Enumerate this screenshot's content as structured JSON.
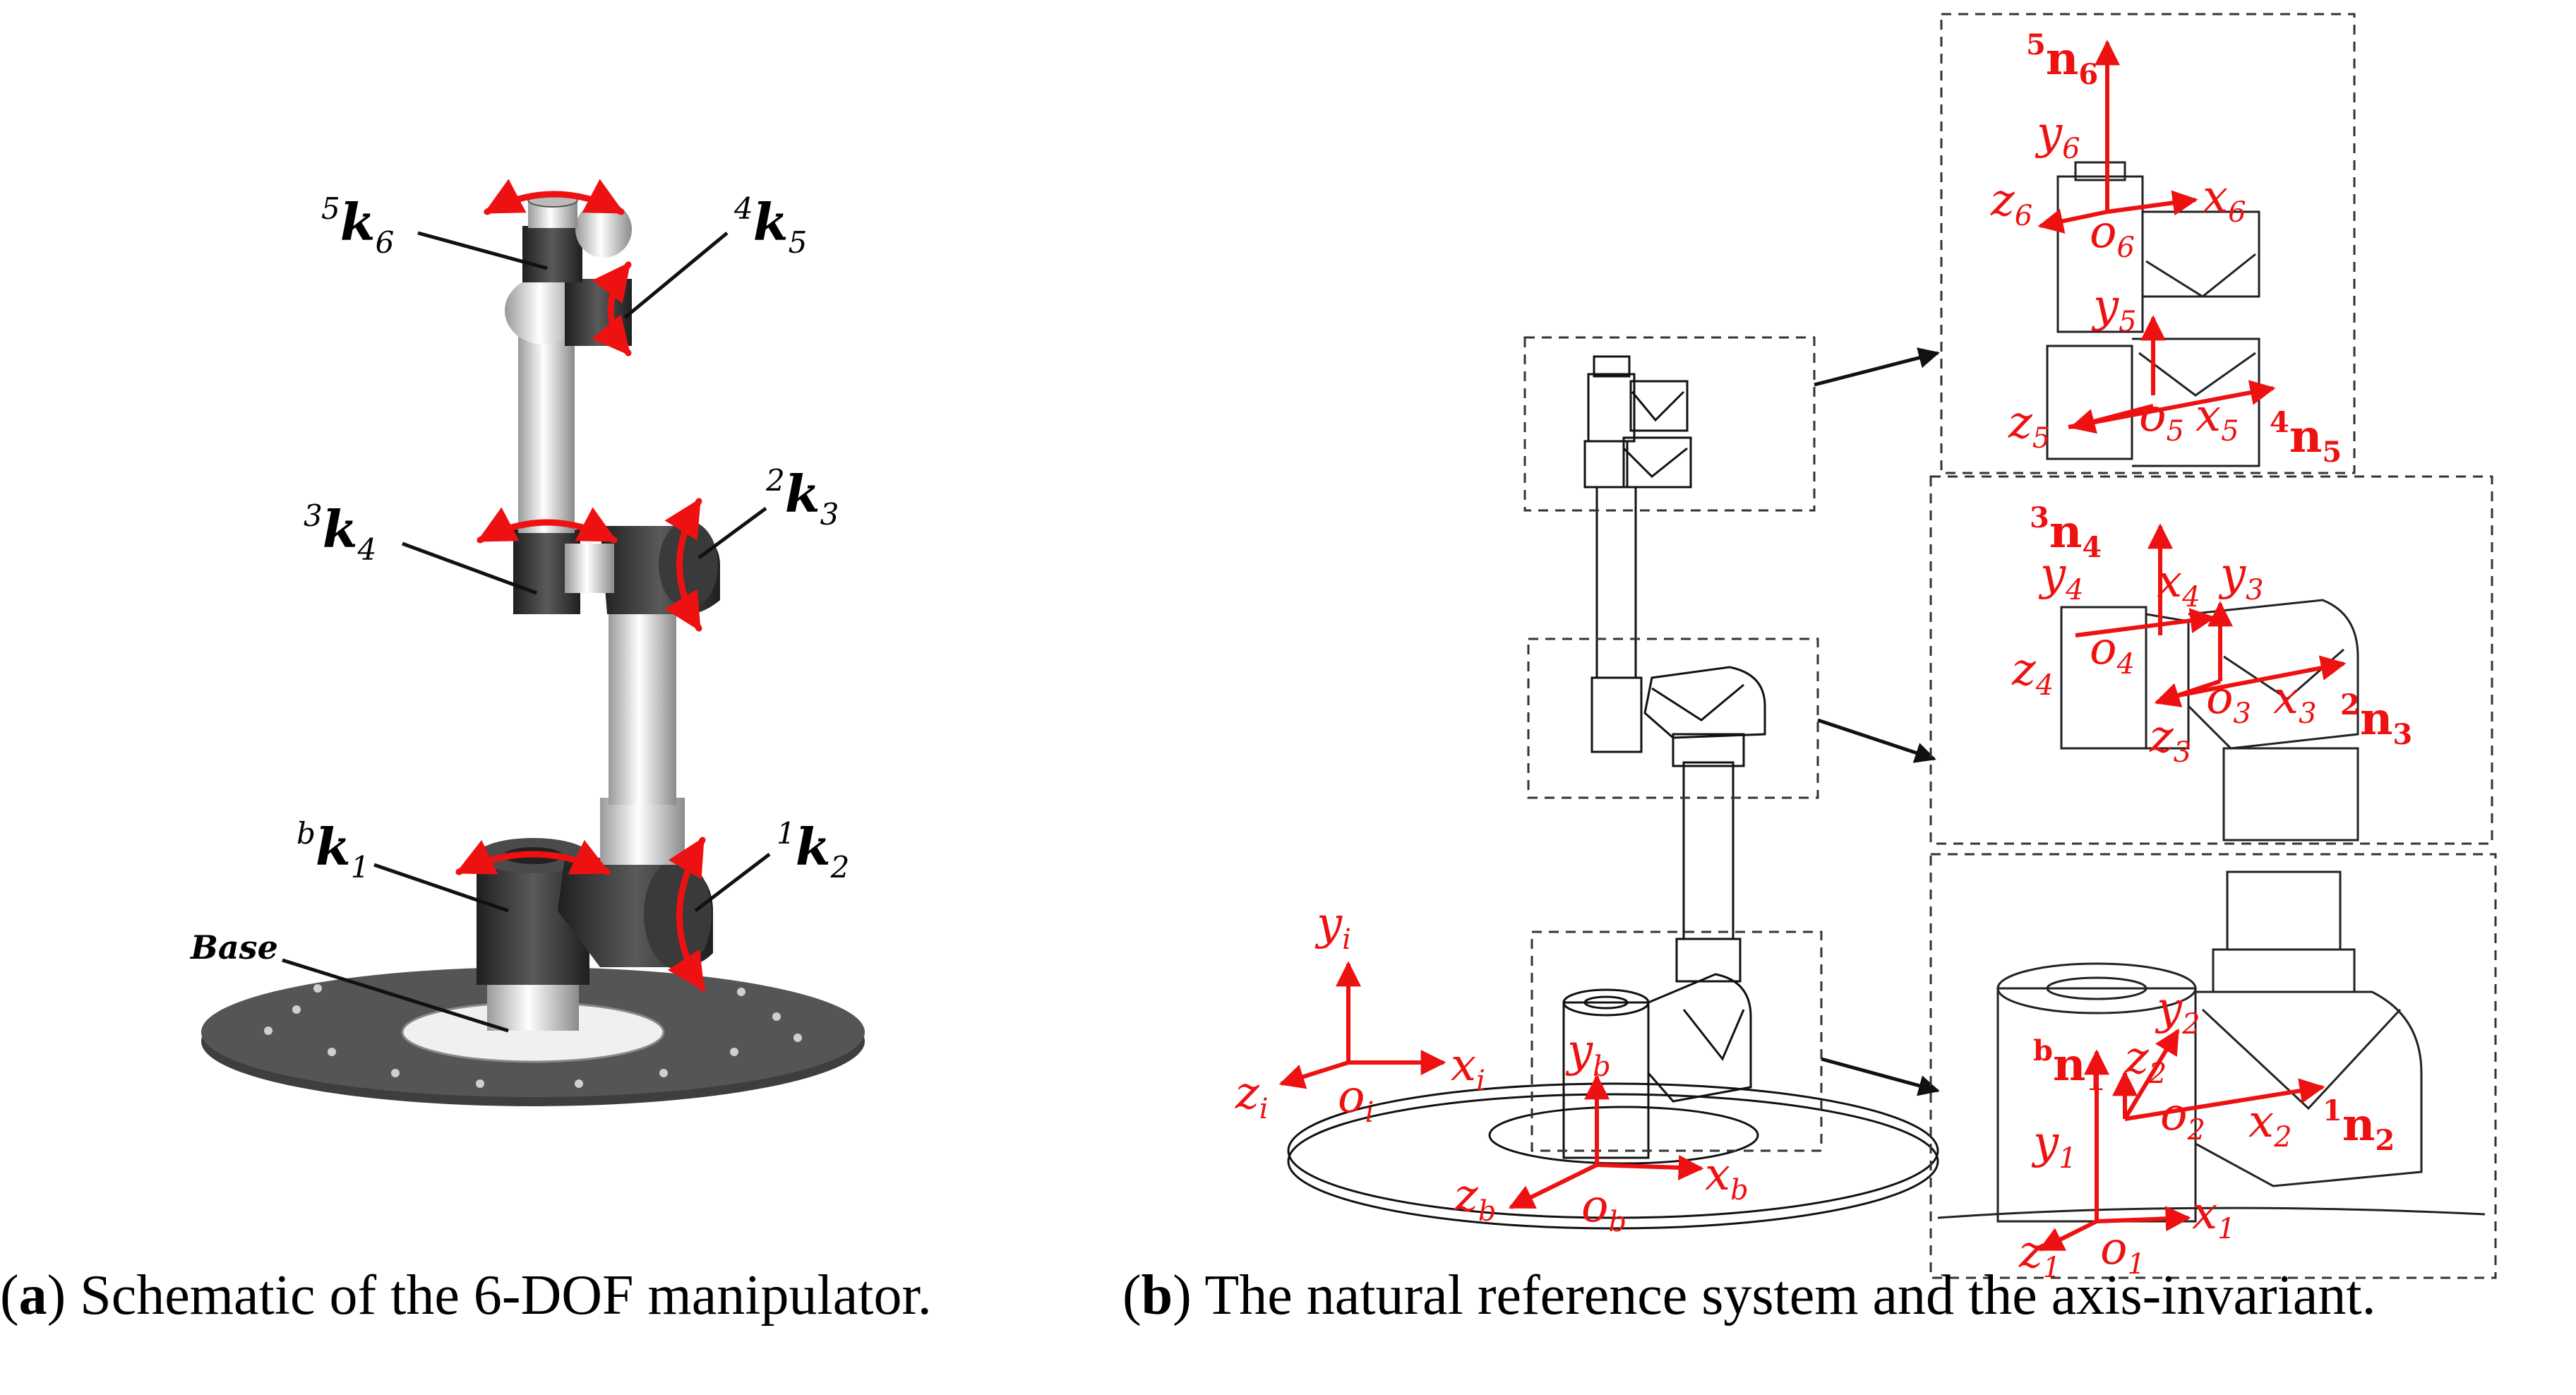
{
  "colors": {
    "accent": "#ee1111",
    "line": "#111111",
    "metal_dark": "#3a3a3a",
    "metal_light": "#d9d9d9"
  },
  "panel_a": {
    "labels": {
      "k6": {
        "pre": "5",
        "main": "k",
        "sub": "6"
      },
      "k5": {
        "pre": "4",
        "main": "k",
        "sub": "5"
      },
      "k4": {
        "pre": "3",
        "main": "k",
        "sub": "4"
      },
      "k3": {
        "pre": "2",
        "main": "k",
        "sub": "3"
      },
      "k1": {
        "pre": "b",
        "main": "k",
        "sub": "1"
      },
      "k2": {
        "pre": "1",
        "main": "k",
        "sub": "2"
      },
      "base": "Base"
    },
    "caption": {
      "letter": "a",
      "text": " Schematic of the 6-DOF manipulator."
    }
  },
  "panel_b": {
    "inertial": {
      "y": "y",
      "y_sub": "i",
      "x": "x",
      "x_sub": "i",
      "z": "z",
      "z_sub": "i",
      "o": "o",
      "o_sub": "i"
    },
    "base_frame": {
      "y": "y",
      "y_sub": "b",
      "x": "x",
      "x_sub": "b",
      "z": "z",
      "z_sub": "b",
      "o": "o",
      "o_sub": "b"
    },
    "top_inset": {
      "n6": {
        "pre": "5",
        "main": "n",
        "sub": "6"
      },
      "y6": {
        "main": "y",
        "sub": "6"
      },
      "x6": {
        "main": "x",
        "sub": "6"
      },
      "z6": {
        "main": "z",
        "sub": "6"
      },
      "o6": {
        "main": "o",
        "sub": "6"
      },
      "y5": {
        "main": "y",
        "sub": "5"
      },
      "z5": {
        "main": "z",
        "sub": "5"
      },
      "o5": {
        "main": "o",
        "sub": "5"
      },
      "x5": {
        "main": "x",
        "sub": "5"
      },
      "n5": {
        "pre": "4",
        "main": "n",
        "sub": "5"
      }
    },
    "mid_inset": {
      "n4": {
        "pre": "3",
        "main": "n",
        "sub": "4"
      },
      "y4": {
        "main": "y",
        "sub": "4"
      },
      "x4": {
        "main": "x",
        "sub": "4"
      },
      "y3": {
        "main": "y",
        "sub": "3"
      },
      "z4": {
        "main": "z",
        "sub": "4"
      },
      "o4": {
        "main": "o",
        "sub": "4"
      },
      "o3": {
        "main": "o",
        "sub": "3"
      },
      "x3": {
        "main": "x",
        "sub": "3"
      },
      "z3": {
        "main": "z",
        "sub": "3"
      },
      "n3": {
        "pre": "2",
        "main": "n",
        "sub": "3"
      }
    },
    "bot_inset": {
      "n1": {
        "pre": "b",
        "main": "n",
        "sub": "1"
      },
      "y2": {
        "main": "y",
        "sub": "2"
      },
      "z2": {
        "main": "z",
        "sub": "2"
      },
      "o2": {
        "main": "o",
        "sub": "2"
      },
      "x2": {
        "main": "x",
        "sub": "2"
      },
      "n2": {
        "pre": "1",
        "main": "n",
        "sub": "2"
      },
      "y1": {
        "main": "y",
        "sub": "1"
      },
      "x1": {
        "main": "x",
        "sub": "1"
      },
      "z1": {
        "main": "z",
        "sub": "1"
      },
      "o1": {
        "main": "o",
        "sub": "1"
      }
    },
    "caption": {
      "letter": "b",
      "text": " The natural reference system and the axis-invariant."
    }
  }
}
